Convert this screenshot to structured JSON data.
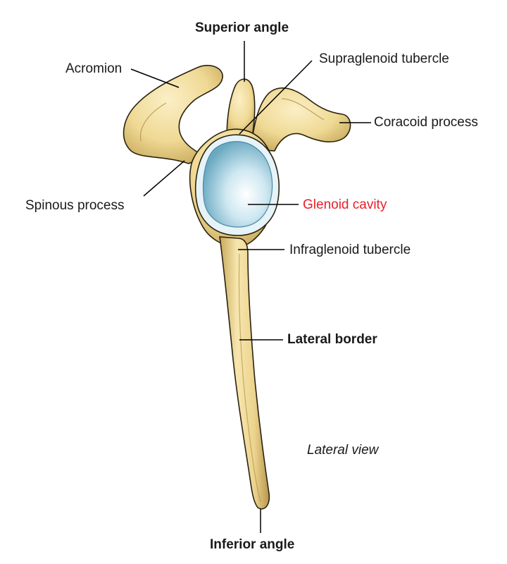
{
  "labels": {
    "superior_angle": "Superior angle",
    "acromion": "Acromion",
    "supraglenoid_tubercle": "Supraglenoid tubercle",
    "coracoid_process": "Coracoid process",
    "spinous_process": "Spinous process",
    "glenoid_cavity": "Glenoid cavity",
    "infraglenoid_tubercle": "Infraglenoid tubercle",
    "lateral_border": "Lateral border",
    "view_caption": "Lateral view",
    "inferior_angle": "Inferior angle"
  },
  "colors": {
    "bone_fill": "#f2dfa2",
    "bone_outline": "#2a2210",
    "cartilage_fill": "#bfe0ec",
    "highlight_label": "#e8202a",
    "label_text": "#1a1a1a"
  }
}
